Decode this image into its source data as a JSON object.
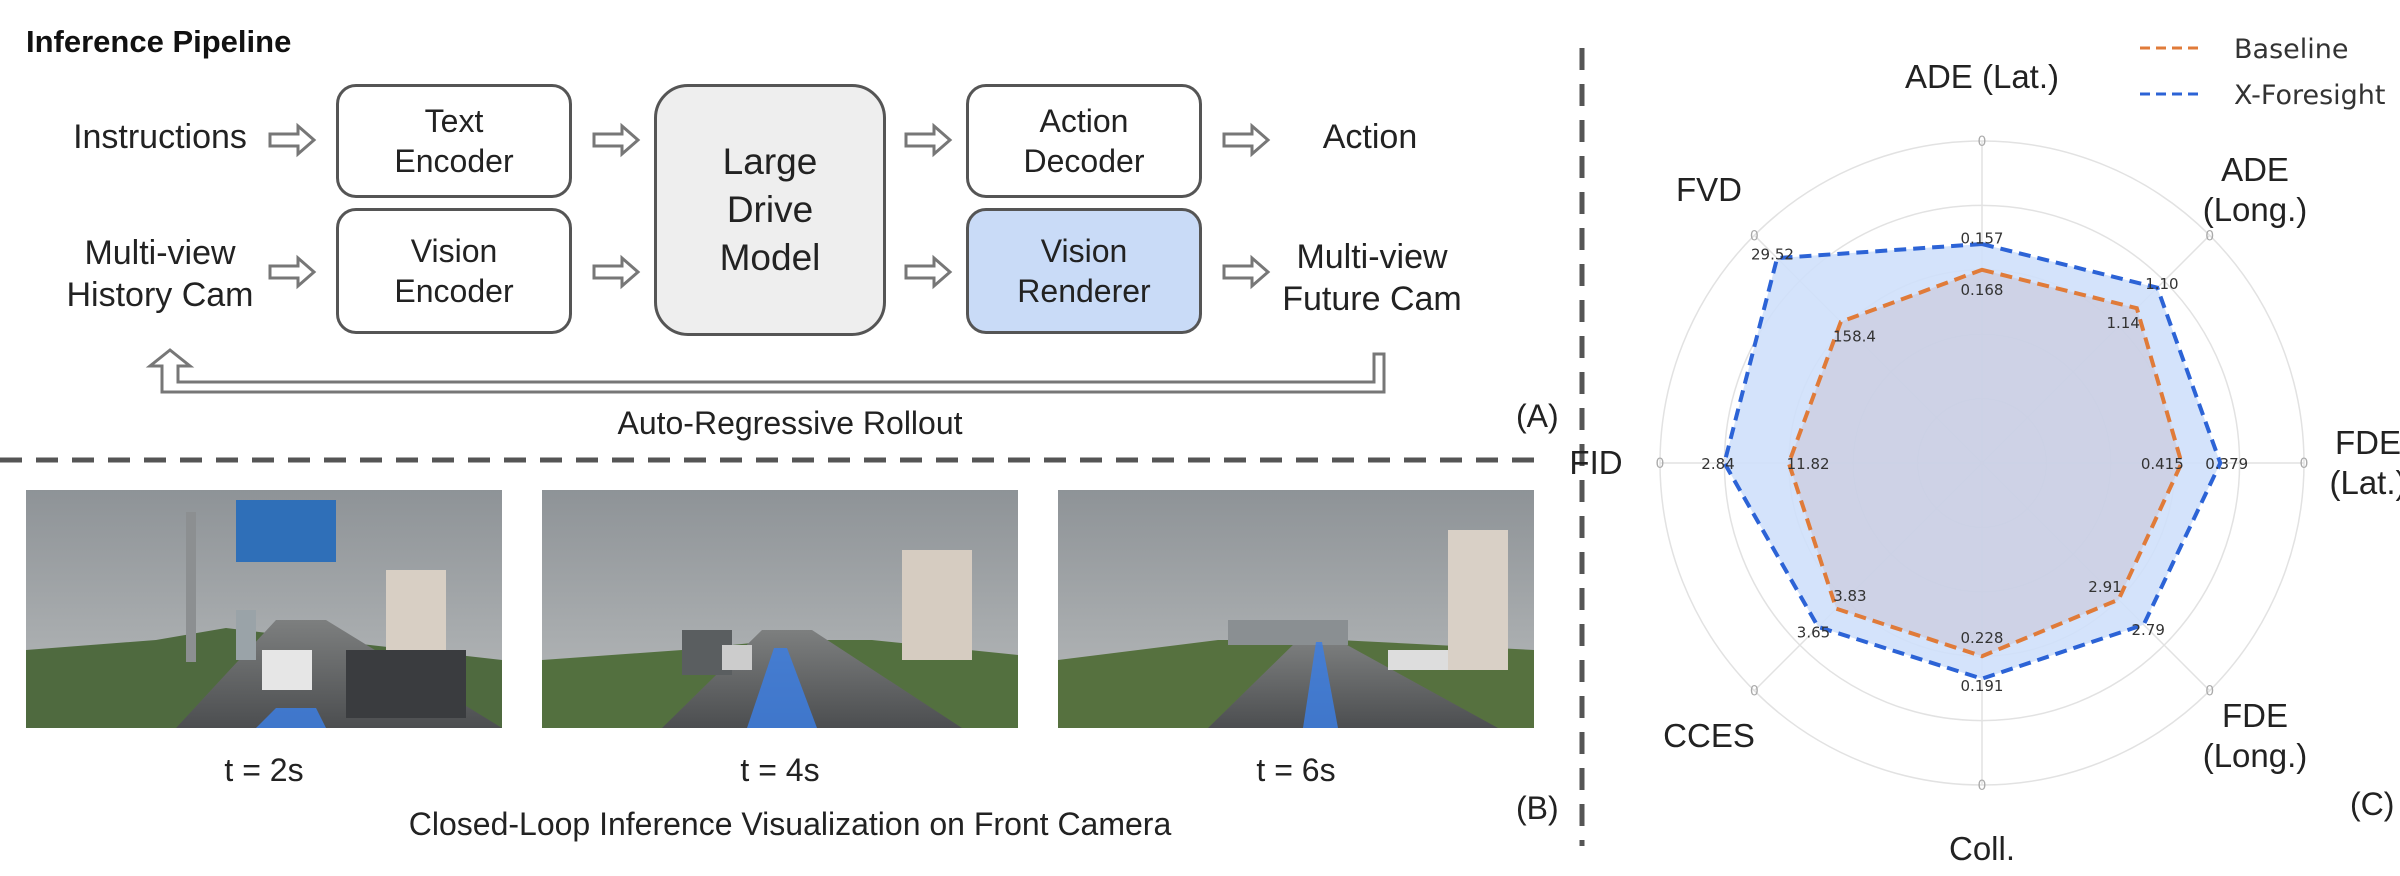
{
  "panel_a": {
    "title": "Inference Pipeline",
    "inputs": {
      "instructions": "Instructions",
      "history_cam": "Multi-view\nHistory Cam"
    },
    "modules": {
      "text_encoder": "Text\nEncoder",
      "vision_encoder": "Vision\nEncoder",
      "large_drive_model": "Large\nDrive\nModel",
      "action_decoder": "Action\nDecoder",
      "vision_renderer": "Vision\nRenderer"
    },
    "outputs": {
      "action": "Action",
      "future_cam": "Multi-view\nFuture Cam"
    },
    "loop_label": "Auto-Regressive Rollout",
    "tag": "(A)",
    "colors": {
      "border": "#555555",
      "model_fill": "#eeeeee",
      "renderer_fill": "#c9dbf7"
    }
  },
  "panel_b": {
    "frames": [
      {
        "caption": "t = 2s"
      },
      {
        "caption": "t = 4s"
      },
      {
        "caption": "t = 6s"
      }
    ],
    "title": "Closed-Loop Inference Visualization on Front Camera",
    "tag": "(B)",
    "colors": {
      "path": "#3d7ee0"
    }
  },
  "panel_c": {
    "tag": "(C)",
    "chart_data": {
      "type": "radar",
      "axes": [
        "ADE (Lat.)",
        "ADE\n(Long.)",
        "FDE\n(Lat.)",
        "FDE\n(Long.)",
        "Coll.",
        "CCES",
        "FID",
        "FVD"
      ],
      "center_labels": [
        "0",
        "0",
        "0",
        "0",
        "0",
        "0",
        "0",
        "0"
      ],
      "series": [
        {
          "name": "Baseline",
          "color": "#e07b39",
          "fill": "#c8c4d6",
          "radius_fraction": [
            0.6,
            0.68,
            0.62,
            0.6,
            0.6,
            0.64,
            0.6,
            0.62
          ],
          "labels": [
            "0.168",
            "1.14",
            "0.415",
            "2.91",
            "0.228",
            "3.83",
            "11.82",
            "158.4"
          ]
        },
        {
          "name": "X-Foresight",
          "color": "#2c63d6",
          "fill": "#cfe0fb",
          "radius_fraction": [
            0.68,
            0.77,
            0.74,
            0.71,
            0.67,
            0.72,
            0.8,
            0.9
          ],
          "labels": [
            "0.157",
            "1.10",
            "0.379",
            "2.79",
            "0.191",
            "3.65",
            "2.84",
            "29.52"
          ]
        }
      ],
      "grid": true,
      "legend": "top-right"
    }
  }
}
